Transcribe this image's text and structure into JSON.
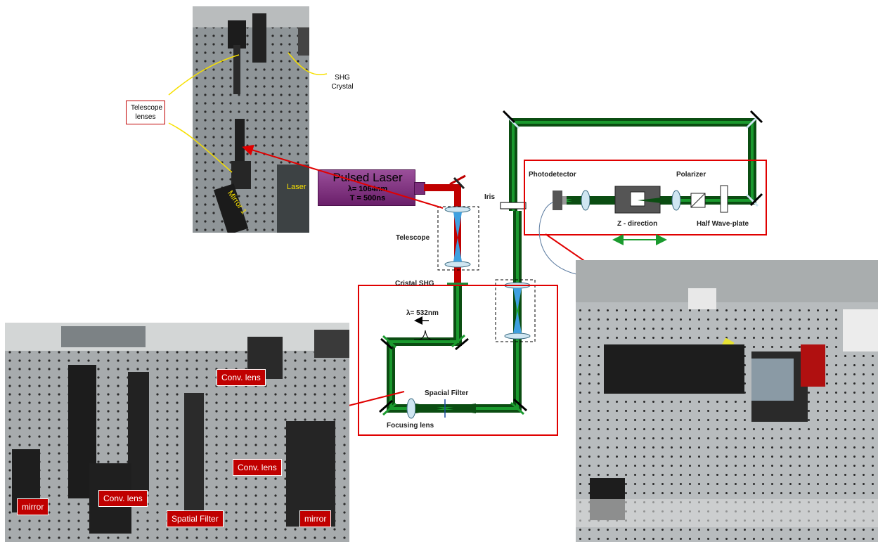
{
  "colors": {
    "beam_green": "#0b7a1e",
    "beam_red": "#c00000",
    "box_red": "#e00000",
    "laser_purple": "#7b2d7b",
    "annotation_yellow": "#f7e000"
  },
  "top_photo": {
    "label_shg": "SHG\nCrystal",
    "label_telescope": "Telescope\nlenses",
    "label_laser": "Laser",
    "label_mirror": "Mirror 1"
  },
  "laser": {
    "name": "Pulsed Laser",
    "wavelength": "λ= 1064nm",
    "pulse": "T = 500ns"
  },
  "diagram": {
    "telescope": "Telescope",
    "cristal_shg": "Cristal SHG",
    "wavelength_532": "λ= 532nm",
    "spacial_filter": "Spacial Filter",
    "focusing_lens": "Focusing lens",
    "iris": "Iris",
    "photodetector": "Photodetector",
    "polarizer": "Polarizer",
    "z_direction": "Z - direction",
    "half_wave_plate": "Half Wave-plate"
  },
  "bottom_left_photo": {
    "conv_lens_1": "Conv. lens",
    "conv_lens_2": "Conv. lens",
    "conv_lens_3": "Conv. lens",
    "mirror_left": "mirror",
    "spatial_filter": "Spatial Filter",
    "mirror_right": "mirror"
  }
}
